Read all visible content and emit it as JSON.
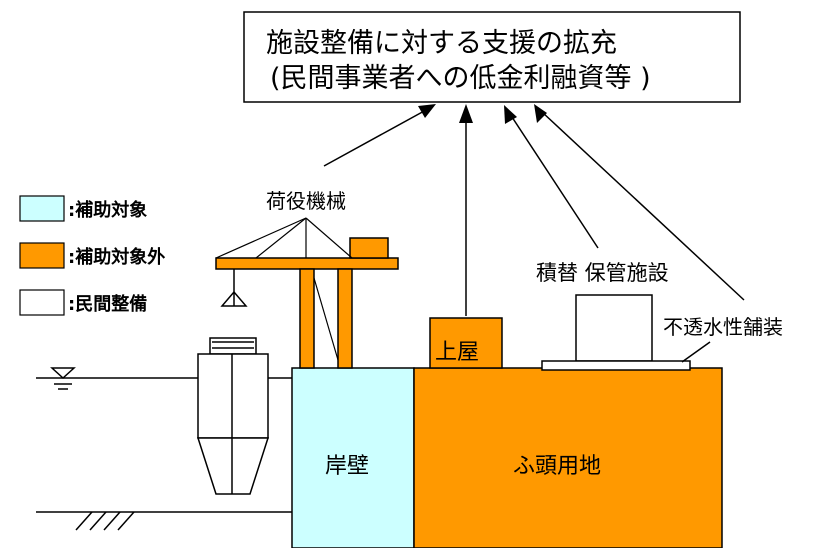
{
  "title": {
    "line1": "施設整備に対する支援の拡充",
    "line2": "(民間事業者への低金利融資等 )"
  },
  "legend": [
    {
      "label": ":補助対象",
      "color": "#ccffff"
    },
    {
      "label": ":補助対象外",
      "color": "#ff9900"
    },
    {
      "label": ":民間整備",
      "color": "#ffffff"
    }
  ],
  "labels": {
    "crane": "荷役機械",
    "shed": "上屋",
    "storage": "積替 保管施設",
    "paving": "不透水性舗装",
    "quay": "岸壁",
    "wharf": "ふ頭用地"
  },
  "colors": {
    "subsidized": "#ccffff",
    "not_subsidized": "#ff9900",
    "private": "#ffffff",
    "line": "#000000"
  }
}
